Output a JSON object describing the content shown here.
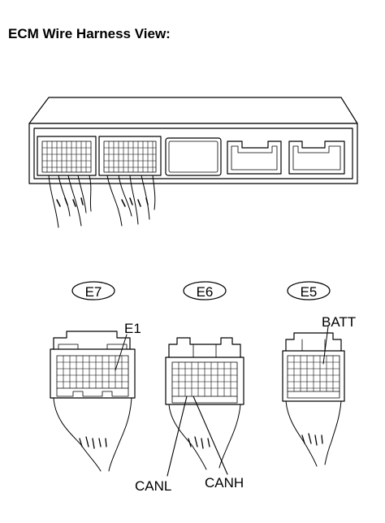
{
  "title": "ECM Wire Harness View:",
  "connectors": [
    {
      "id": "E7",
      "pin_label": "E1"
    },
    {
      "id": "E6",
      "pin_labels": [
        "CANL",
        "CANH"
      ]
    },
    {
      "id": "E5",
      "pin_label": "BATT"
    }
  ],
  "colors": {
    "line": "#000000",
    "background": "#ffffff"
  }
}
